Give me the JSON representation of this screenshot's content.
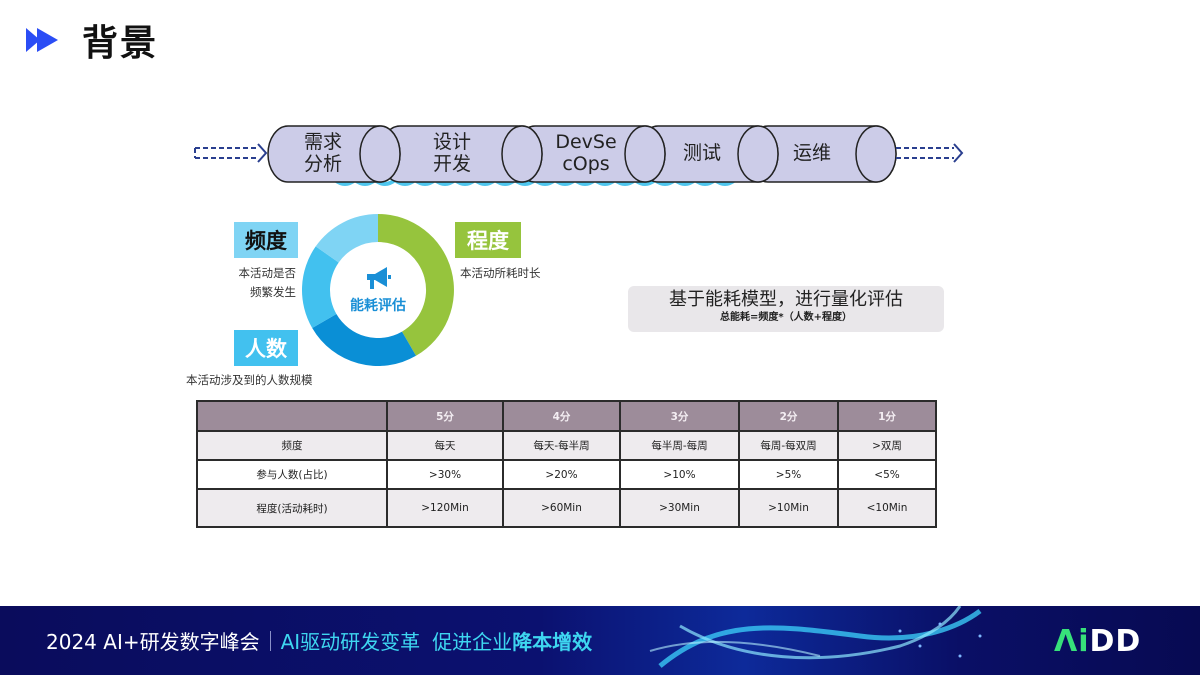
{
  "header": {
    "title": "背景",
    "icon": "double-play-arrow-icon",
    "accent_color": "#2b4df5"
  },
  "pipeline": {
    "stages": [
      {
        "label_line1": "需求",
        "label_line2": "分析"
      },
      {
        "label_line1": "设计",
        "label_line2": "开发"
      },
      {
        "label_line1": "DevSe",
        "label_line2": "cOps"
      },
      {
        "label_line1": "测试",
        "label_line2": ""
      },
      {
        "label_line1": "运维",
        "label_line2": ""
      }
    ],
    "fill_color": "#cccce8",
    "wave_color": "#4fc6ee"
  },
  "energy_model": {
    "center_label": "能耗评估",
    "center_icon": "megaphone-icon",
    "factors": {
      "frequency": {
        "label": "频度",
        "desc_line1": "本活动是否",
        "desc_line2": "频繁发生",
        "color": "#7fd4f4"
      },
      "degree": {
        "label": "程度",
        "desc": "本活动所耗时长",
        "color": "#96c43d"
      },
      "people": {
        "label": "人数",
        "desc": "本活动涉及到的人数规模",
        "color": "#42c1ef"
      }
    },
    "donut_segments": [
      {
        "name": "程度",
        "share": 0.42,
        "color": "#96c43d"
      },
      {
        "name": "人数",
        "share": 0.25,
        "color": "#0a8fd6"
      },
      {
        "name": "频度-a",
        "share": 0.18,
        "color": "#42c1ef"
      },
      {
        "name": "频度-b",
        "share": 0.15,
        "color": "#7fd4f4"
      }
    ]
  },
  "model_box": {
    "title": "基于能耗模型，进行量化评估",
    "formula": "总能耗=频度*（人数+程度）"
  },
  "score_table": {
    "headers": [
      "",
      "5分",
      "4分",
      "3分",
      "2分",
      "1分"
    ],
    "rows": [
      [
        "频度",
        "每天",
        "每天-每半周",
        "每半周-每周",
        "每周-每双周",
        ">双周"
      ],
      [
        "参与人数(占比)",
        ">30%",
        ">20%",
        ">10%",
        ">5%",
        "<5%"
      ],
      [
        "程度(活动耗时)",
        ">120Min",
        ">60Min",
        ">30Min",
        ">10Min",
        "<10Min"
      ]
    ]
  },
  "footer": {
    "conference": "2024 AI+研发数字峰会",
    "slogan_a": "AI驱动研发变革",
    "slogan_b": "促进企业",
    "slogan_c": "降本增效",
    "logo_a": "Λi",
    "logo_rest": "DD"
  }
}
